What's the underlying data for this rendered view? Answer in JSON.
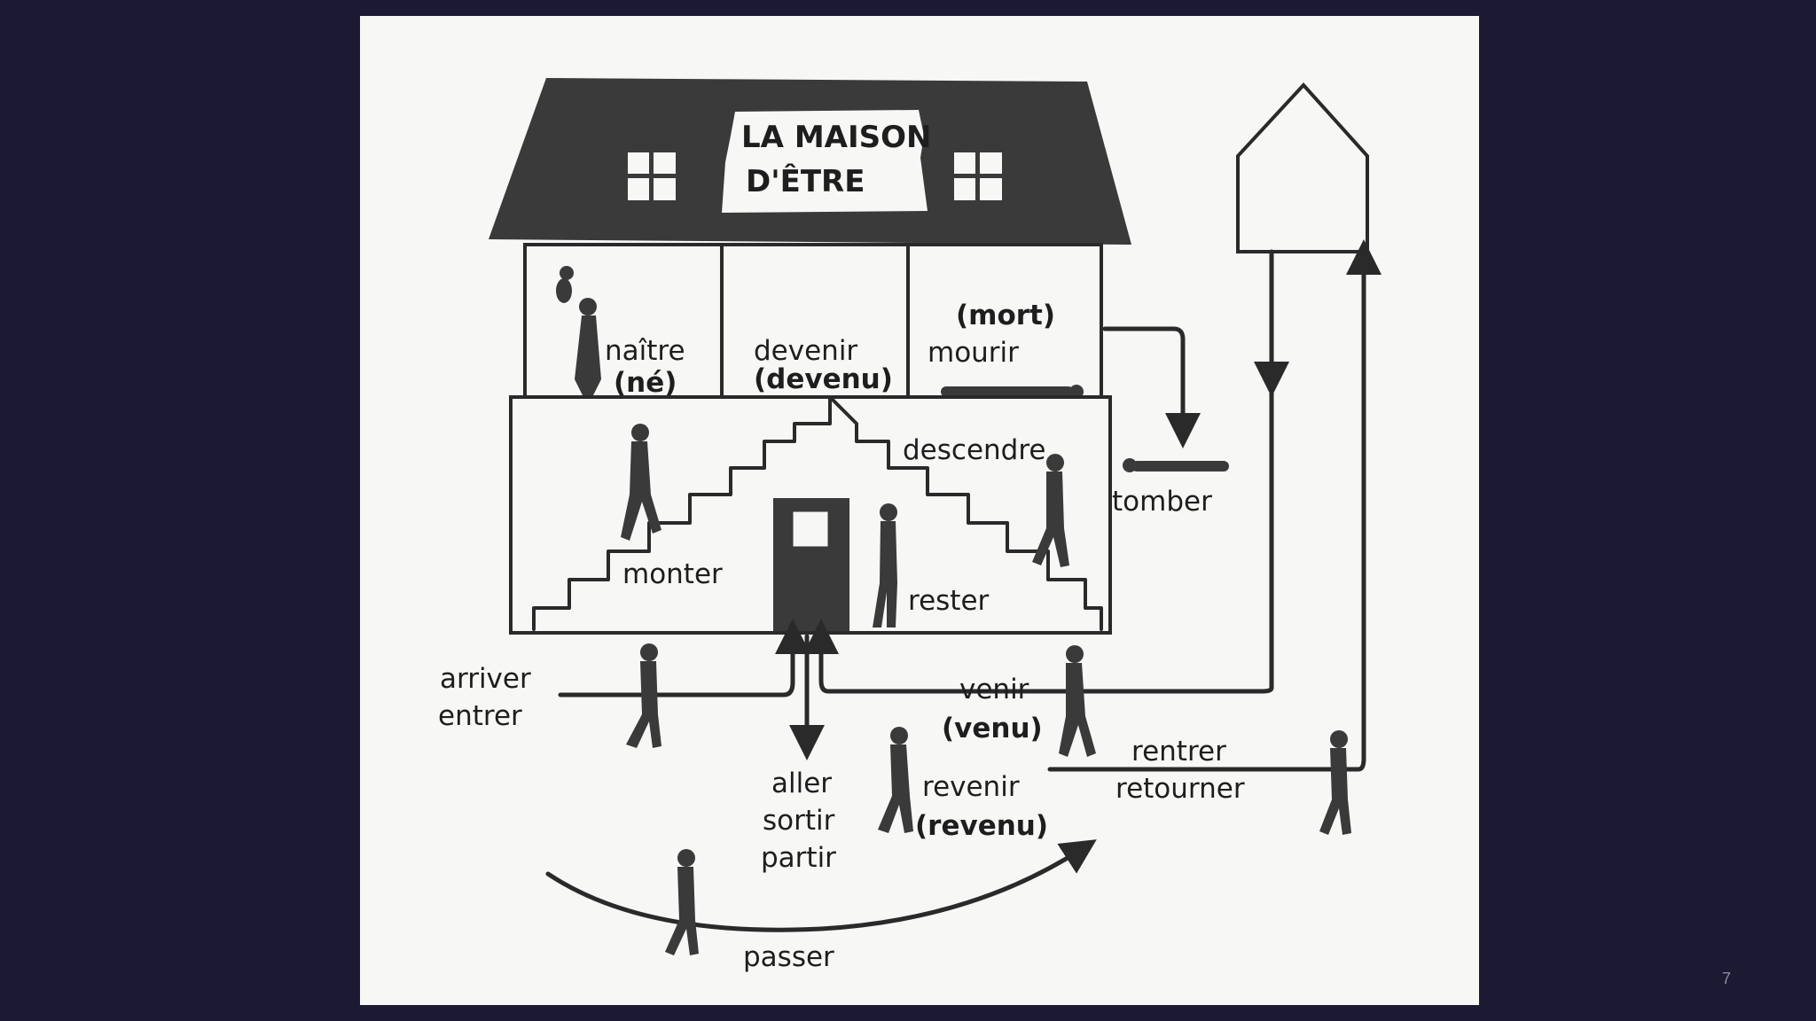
{
  "diagram": {
    "title_line1": "LA MAISON",
    "title_line2": "D'ÊTRE",
    "rooms": {
      "naitre": "naître",
      "naitre_pp": "(né)",
      "devenir": "devenir",
      "devenir_pp": "(devenu)",
      "mourir": "mourir",
      "mourir_pp": "(mort)"
    },
    "stairs": {
      "descendre": "descendre",
      "monter": "monter",
      "rester": "rester"
    },
    "outside": {
      "tomber": "tomber",
      "arriver": "arriver",
      "entrer": "entrer",
      "venir": "venir",
      "venir_pp": "(venu)",
      "aller": "aller",
      "sortir": "sortir",
      "partir": "partir",
      "revenir": "revenir",
      "revenir_pp": "(revenu)",
      "rentrer": "rentrer",
      "retourner": "retourner",
      "passer": "passer"
    }
  },
  "footer": {
    "page_number": "7"
  }
}
